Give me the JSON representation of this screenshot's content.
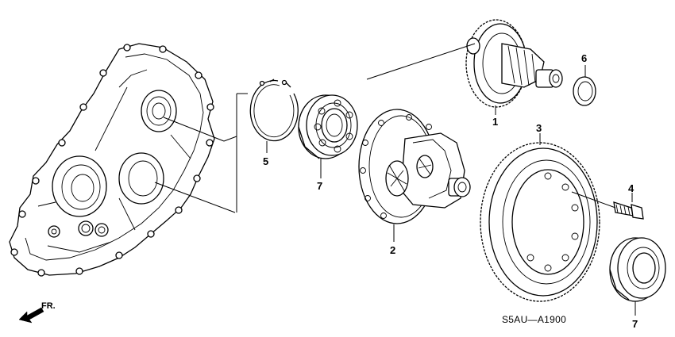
{
  "diagram": {
    "parts": [
      {
        "number": "1",
        "label": "1"
      },
      {
        "number": "2",
        "label": "2"
      },
      {
        "number": "3",
        "label": "3"
      },
      {
        "number": "4",
        "label": "4"
      },
      {
        "number": "5",
        "label": "5"
      },
      {
        "number": "6",
        "label": "6"
      },
      {
        "number": "7",
        "label": "7"
      },
      {
        "number": "7",
        "label": "7"
      }
    ],
    "drawing_code": "S5AU—A1900",
    "front_marker": "FR."
  }
}
